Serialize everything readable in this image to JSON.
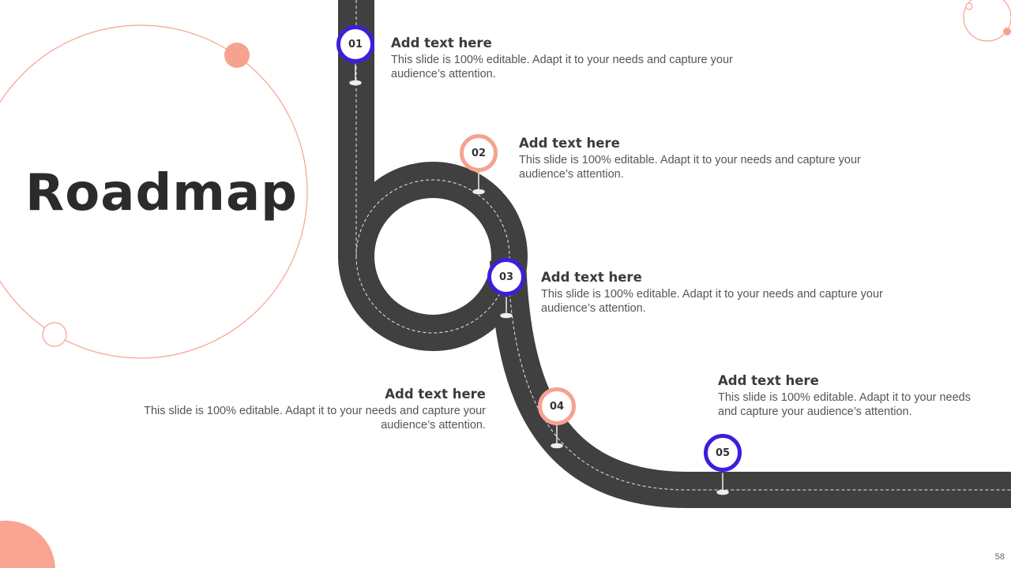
{
  "title": "Roadmap",
  "colors": {
    "road": "#404040",
    "accent_blue": "#3a1fdc",
    "accent_salmon": "#f6a28f"
  },
  "milestones": [
    {
      "number": "01",
      "heading": "Add text here",
      "body": "This slide is 100% editable. Adapt it to your needs and capture your audience’s attention.",
      "color": "#3a1fdc"
    },
    {
      "number": "02",
      "heading": "Add text here",
      "body": "This slide is 100% editable. Adapt it to your needs and capture your audience’s attention.",
      "color": "#f6a28f"
    },
    {
      "number": "03",
      "heading": "Add text here",
      "body": "This slide is 100% editable. Adapt it to your needs and capture your audience’s attention.",
      "color": "#3a1fdc"
    },
    {
      "number": "04",
      "heading": "Add text here",
      "body": "This slide is 100% editable. Adapt it to your needs and capture your audience’s attention.",
      "color": "#f6a28f"
    },
    {
      "number": "05",
      "heading": "Add text here",
      "body": "This slide is 100% editable. Adapt it to your needs and capture your audience’s attention.",
      "color": "#3a1fdc"
    }
  ],
  "page_number": "58"
}
